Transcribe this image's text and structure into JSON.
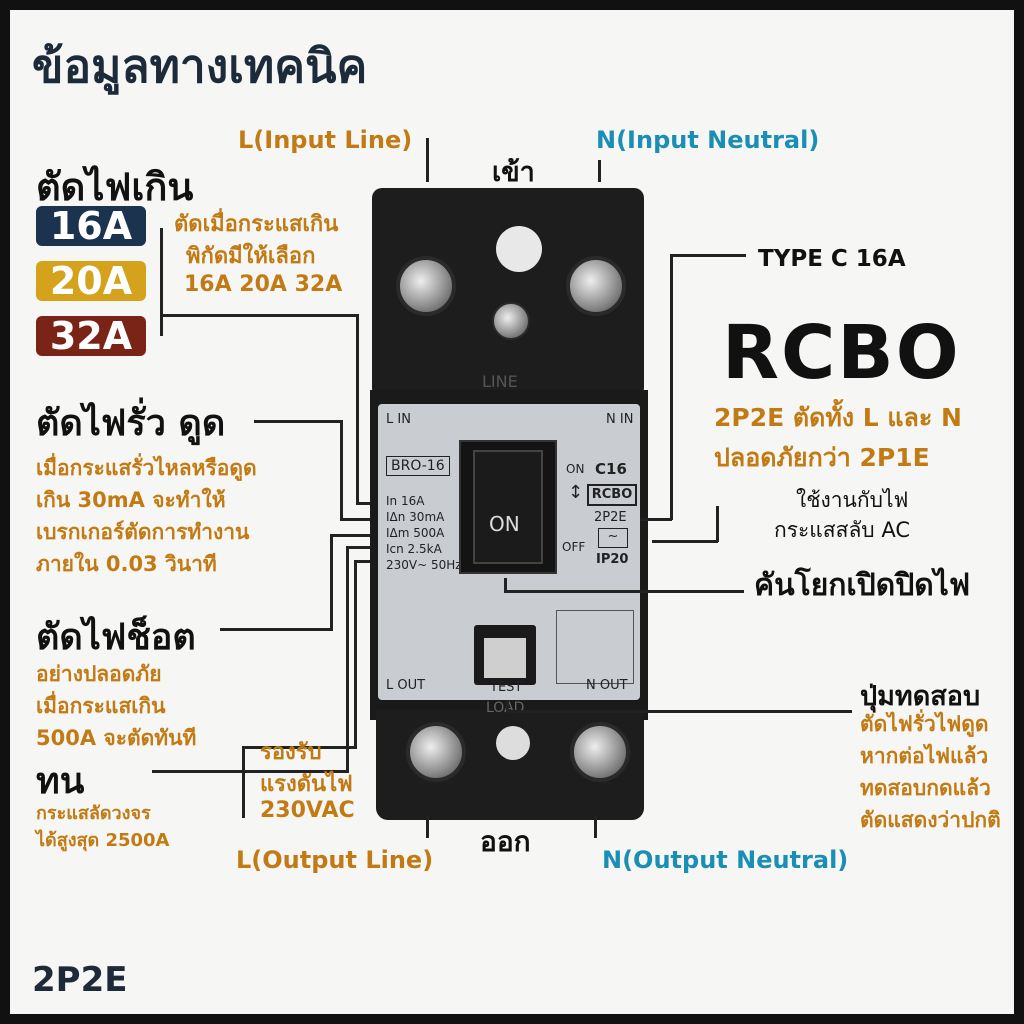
{
  "title": "ข้อมูลทางเทคนิค",
  "top_labels": {
    "l_input": "L(Input Line)",
    "n_input": "N(Input Neutral)",
    "in": "เข้า"
  },
  "bottom_labels": {
    "l_output": "L(Output Line)",
    "n_output": "N(Output Neutral)",
    "out": "ออก"
  },
  "overcurrent": {
    "heading": "ตัดไฟเกิน",
    "badges": [
      {
        "label": "16A",
        "color": "#1c3350"
      },
      {
        "label": "20A",
        "color": "#d5a21c"
      },
      {
        "label": "32A",
        "color": "#7a2418"
      }
    ],
    "desc_line1": "ตัดเมื่อกระแสเกิน",
    "desc_line2": "พิกัดมีให้เลือก",
    "desc_line3": "16A 20A 32A"
  },
  "leakage": {
    "heading": "ตัดไฟรั่ว ดูด",
    "line1": "เมื่อกระแสรั่วไหลหรือดูด",
    "line2": "เกิน 30mA จะทำให้",
    "line3": "เบรกเกอร์ตัดการทำงาน",
    "line4": "ภายใน 0.03 วินาที"
  },
  "short": {
    "heading": "ตัดไฟช็อต",
    "line1": "อย่างปลอดภัย",
    "line2": "เมื่อกระแสเกิน",
    "line3": "500A จะตัดทันที"
  },
  "withstand": {
    "heading": "ทน",
    "line1": "กระแสลัดวงจร",
    "line2": "ได้สูงสุด 2500A"
  },
  "voltage": {
    "line1": "รองรับ",
    "line2": "แรงดันไฟ",
    "line3": "230VAC"
  },
  "right": {
    "type": "TYPE C 16A",
    "big": "RCBO",
    "sub1": "2P2E ตัดทั้ง L และ N",
    "sub2": "ปลอดภัยกว่า 2P1E",
    "ac1": "ใช้งานกับไฟ",
    "ac2": "กระแสสลับ AC",
    "lever": "คันโยกเปิดปิดไฟ",
    "test_h": "ปุ่มทดสอบ",
    "test1": "ตัดไฟรั่วไฟดูด",
    "test2": "หากต่อไฟแล้ว",
    "test3": "ทดสอบกดแล้ว",
    "test4": "ตัดแสดงว่าปกติ"
  },
  "breaker": {
    "line": "LINE",
    "load": "LOAD",
    "l_in": "L IN",
    "n_in": "N IN",
    "model": "BRO-16",
    "spec_in": "In    16A",
    "spec_idn": "IΔn  30mA",
    "spec_im": "IΔm  500A",
    "spec_icn": "Icn   2.5kA",
    "spec_v": "230V~ 50Hz",
    "on": "ON",
    "off": "OFF",
    "c16": "C16",
    "rcbo": "RCBO",
    "p2e": "2P2E",
    "ip": "IP20",
    "lever_on": "ON",
    "l_out": "L OUT",
    "test": "TEST",
    "n_out": "N OUT"
  },
  "footer": "2P2E"
}
